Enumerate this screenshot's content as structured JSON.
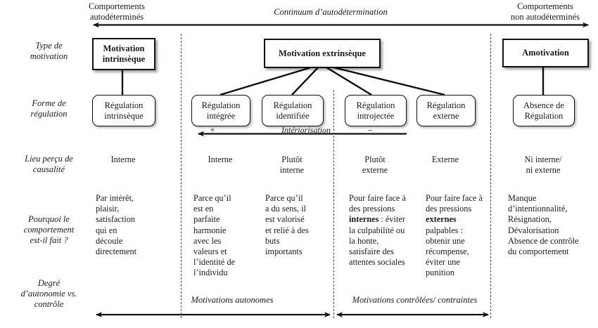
{
  "diagram": {
    "title": "Continuum d'autodetermination - Self-Determination Theory",
    "top": {
      "left_caption": "Comportements\nautodéterminés",
      "left_caption_line1": "Comportements",
      "left_caption_line2": "autodéterminés",
      "center_caption": "Continuum d’autodétermination",
      "right_caption_line1": "Comportements",
      "right_caption_line2": "non autodéterminés"
    },
    "rows": [
      {
        "key": "type_motivation",
        "label_line1": "Type de",
        "label_line2": "motivation"
      },
      {
        "key": "forme_regulation",
        "label_line1": "Forme de",
        "label_line2": "régulation"
      },
      {
        "key": "lieu_percu",
        "label_line1": "Lieu perçu de",
        "label_line2": "causalité"
      },
      {
        "key": "pourquoi",
        "label_line1": "Pourquoi le",
        "label_line2": "comportement",
        "label_line3": "est-il fait ?"
      },
      {
        "key": "degre_autonomie",
        "label_line1": "Degré",
        "label_line2": "d’autonomie vs.",
        "label_line3": "contrôle"
      }
    ],
    "motivation_boxes": [
      {
        "id": "motivation-intrinseque",
        "line1": "Motivation",
        "line2": "intrinsèque"
      },
      {
        "id": "motivation-extrinseque",
        "line1": "Motivation extrinsèque",
        "line2": ""
      },
      {
        "id": "amotivation",
        "line1": "Amotivation",
        "line2": ""
      }
    ],
    "regulation_boxes": [
      {
        "id": "regulation-intrinseque",
        "line1": "Régulation",
        "line2": "intrinsèque"
      },
      {
        "id": "regulation-integree",
        "line1": "Régulation",
        "line2": "intégrée"
      },
      {
        "id": "regulation-identifiee",
        "line1": "Régulation",
        "line2": "identifiée"
      },
      {
        "id": "regulation-introjectee",
        "line1": "Régulation",
        "line2": "introjectée"
      },
      {
        "id": "regulation-externe",
        "line1": "Régulation",
        "line2": "externe"
      },
      {
        "id": "absence-de-regulation",
        "line1": "Absence de",
        "line2": "Régulation"
      }
    ],
    "interiorisation": {
      "plus_sign": "+",
      "minus_sign": "–",
      "label": "Intériorisation"
    },
    "lieu_percu_values": [
      {
        "id": "lpc-intrinseque",
        "line1": "Interne",
        "line2": ""
      },
      {
        "id": "lpc-integree",
        "line1": "Interne",
        "line2": ""
      },
      {
        "id": "lpc-identifiee",
        "line1": "Plutôt",
        "line2": "interne"
      },
      {
        "id": "lpc-introjectee",
        "line1": "Plutôt",
        "line2": "externe"
      },
      {
        "id": "lpc-externe",
        "line1": "Externe",
        "line2": ""
      },
      {
        "id": "lpc-amotivation",
        "line1": "Ni interne/",
        "line2": "ni externe"
      }
    ],
    "pourquoi_values": [
      {
        "id": "why-intrinseque",
        "html": "Par intérêt,<br>plaisir,<br>satisfaction<br>qui en<br>découle<br>directement"
      },
      {
        "id": "why-integree",
        "html": "Parce qu’il<br>est en<br>parfaite<br>harmonie<br>avec les<br>valeurs et<br>l’identité de<br>l’individu"
      },
      {
        "id": "why-identifiee",
        "html": "Parce qu’il<br>a du sens, il<br>est valorisé<br>et relié à des<br>buts<br>importants"
      },
      {
        "id": "why-introjectee",
        "html": "Pour faire face à<br>des pressions<br><b>internes</b> : éviter<br>la culpabilité ou<br>la honte,<br>satisfaire des<br>attentes sociales"
      },
      {
        "id": "why-externe",
        "html": "Pour faire face à<br>des pressions<br><b>externes</b><br>palpables :<br>obtenir une<br>récompense,<br>éviter une<br>punition"
      },
      {
        "id": "why-amotivation",
        "html": "Manque<br>d’intentionnalité,<br>Résignation,<br>Dévalorisation<br>Absence de contrôle<br>du comportement"
      }
    ],
    "bottom": {
      "autonomous_label": "Motivations autonomes",
      "controlled_label": "Motivations contrôlées/ contraintes"
    },
    "colors": {
      "ink": "#1a1a1a",
      "line": "#111111",
      "dashed": "#444444",
      "background": "#ffffff"
    }
  }
}
